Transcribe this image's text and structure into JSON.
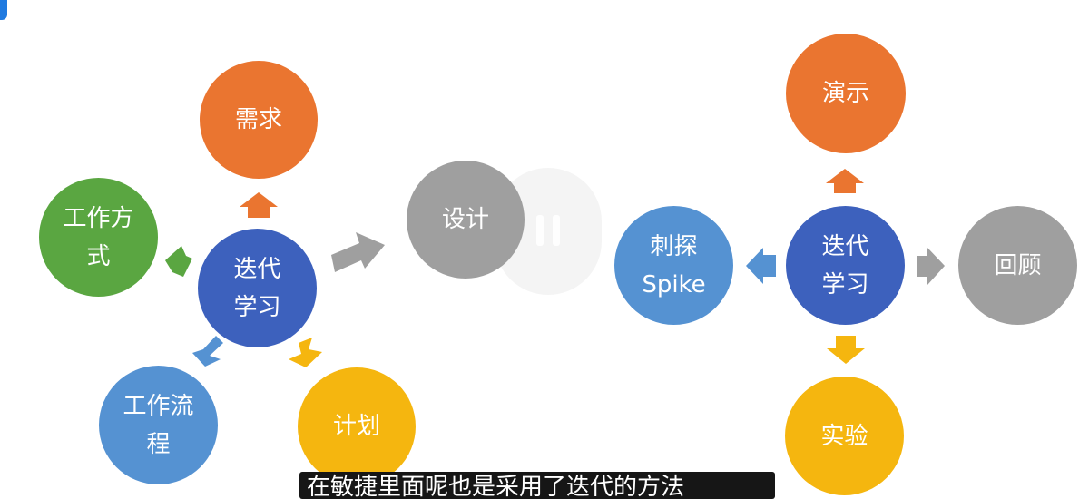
{
  "diagram_left": {
    "center": [
      "迭代",
      "学习"
    ],
    "req": "需求",
    "way": [
      "工作方",
      "式"
    ],
    "flow": [
      "工作流",
      "程"
    ],
    "plan": "计划",
    "design": "设计"
  },
  "diagram_right": {
    "center": [
      "迭代",
      "学习"
    ],
    "demo": "演示",
    "spike": [
      "刺探",
      "Spike"
    ],
    "review": "回顾",
    "exp": "实验"
  },
  "subtitle": "在敏捷里面呢也是采用了迭代的方法",
  "colors": {
    "orange": "#ea7530",
    "green": "#5aa641",
    "navy": "#3d61bd",
    "light_blue": "#5592d2",
    "yellow": "#f5b60f",
    "gray": "#9f9f9f"
  }
}
